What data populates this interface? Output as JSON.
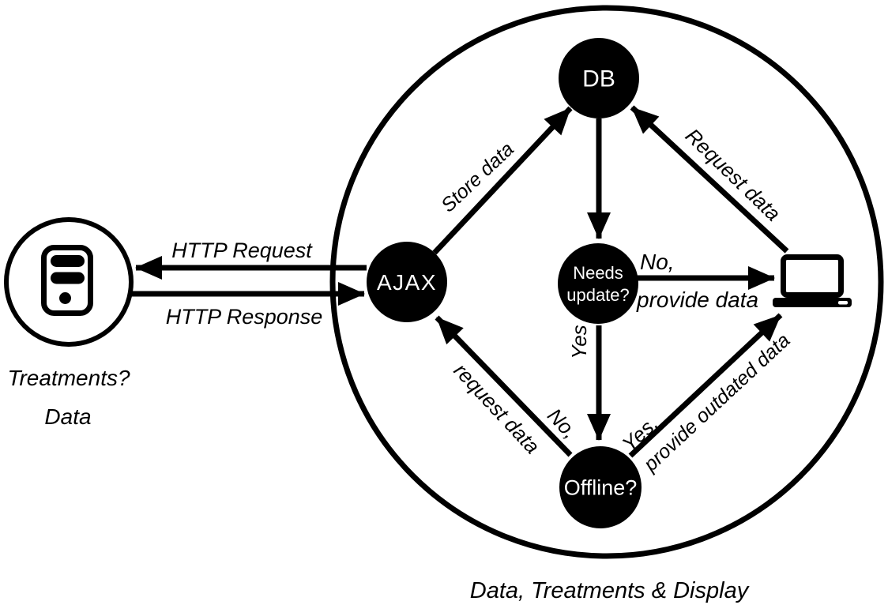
{
  "diagram": {
    "caption": "Data, Treatments & Display",
    "colors": {
      "ink": "#000000",
      "paper": "#ffffff"
    },
    "external_system": {
      "icon": "server-icon",
      "label_line1": "Treatments?",
      "label_line2": "Data"
    },
    "nodes": {
      "db": {
        "label": "DB"
      },
      "ajax": {
        "label": "AJAX"
      },
      "needs_update": {
        "label_line1": "Needs",
        "label_line2": "update?"
      },
      "offline": {
        "label": "Offline?"
      },
      "client": {
        "icon": "laptop-icon"
      }
    },
    "edges": {
      "http_request": {
        "from": "AJAX",
        "to": "server",
        "label": "HTTP Request"
      },
      "http_response": {
        "from": "server",
        "to": "AJAX",
        "label": "HTTP Response"
      },
      "store_data": {
        "from": "AJAX",
        "to": "DB",
        "label": "Store data"
      },
      "request_data": {
        "from": "client",
        "to": "DB",
        "label": "Request data"
      },
      "db_to_needs_update": {
        "from": "DB",
        "to": "Needs update?",
        "label": ""
      },
      "no_provide_data": {
        "from": "Needs update?",
        "to": "client",
        "label_line1": "No,",
        "label_line2": "provide data"
      },
      "yes_check_offline": {
        "from": "Needs update?",
        "to": "Offline?",
        "label": "Yes"
      },
      "no_request_data": {
        "from": "Offline?",
        "to": "AJAX",
        "label_line1": "No,",
        "label_line2": "request data"
      },
      "yes_provide_outdated": {
        "from": "Offline?",
        "to": "client",
        "label_line1": "Yes,",
        "label_line2": "provide outdated data"
      }
    }
  }
}
